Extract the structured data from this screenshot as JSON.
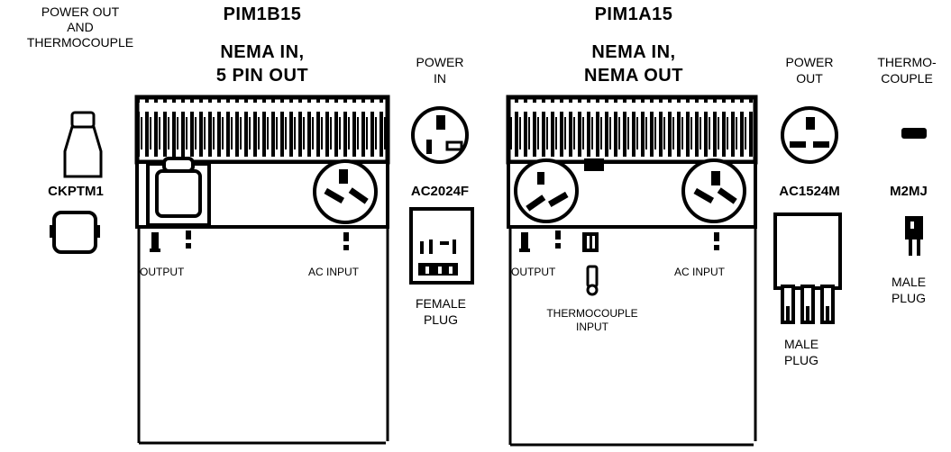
{
  "left_module": {
    "title": "PIM1B15",
    "subtitle_1": "NEMA IN,",
    "subtitle_2": "5 PIN OUT",
    "output_label": "OUTPUT",
    "ac_input_label": "AC INPUT"
  },
  "right_module": {
    "title": "PIM1A15",
    "subtitle_1": "NEMA IN,",
    "subtitle_2": "NEMA OUT",
    "output_label": "OUTPUT",
    "ac_input_label": "AC INPUT",
    "thermocouple_label_1": "THERMOCOUPLE",
    "thermocouple_label_2": "INPUT"
  },
  "ckptm1": {
    "header_1": "POWER OUT",
    "header_2": "AND",
    "header_3": "THERMOCOUPLE",
    "part": "CKPTM1"
  },
  "ac2024f": {
    "header_1": "POWER",
    "header_2": "IN",
    "part": "AC2024F",
    "plug_1": "FEMALE",
    "plug_2": "PLUG"
  },
  "ac1524m": {
    "header_1": "POWER",
    "header_2": "OUT",
    "part": "AC1524M",
    "plug_1": "MALE",
    "plug_2": "PLUG"
  },
  "m2mj": {
    "header_1": "THERMO-",
    "header_2": "COUPLE",
    "part": "M2MJ",
    "plug_1": "MALE",
    "plug_2": "PLUG"
  },
  "colors": {
    "ink": "#000000",
    "paper": "#ffffff"
  }
}
